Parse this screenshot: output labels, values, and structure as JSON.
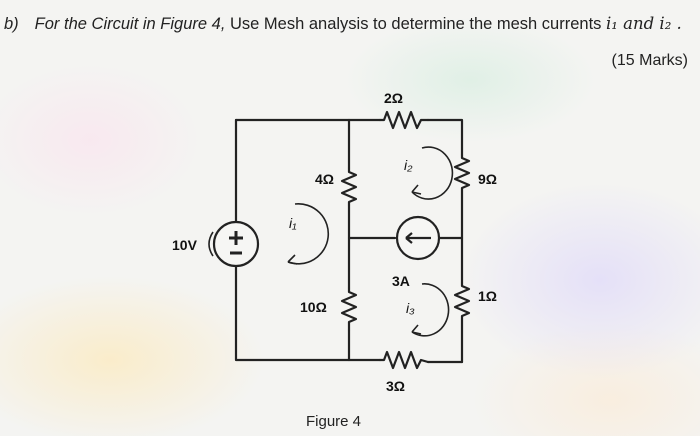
{
  "question": {
    "label": "b)",
    "text_italic": "For the Circuit in Figure 4,",
    "text_normal": "Use Mesh analysis to determine the mesh currents",
    "variables": "i₁ and i₂ .",
    "marks": "(15 Marks)"
  },
  "circuit": {
    "source_label": "10V",
    "r_top": "2Ω",
    "r_left_upper": "4Ω",
    "r_right_upper": "9Ω",
    "r_left_lower": "10Ω",
    "r_right_lower": "1Ω",
    "r_bottom": "3Ω",
    "current_source": "3A",
    "mesh_i1": "i₁",
    "mesh_i2": "i₂",
    "mesh_i3": "i₃"
  },
  "figure_caption": "Figure 4"
}
